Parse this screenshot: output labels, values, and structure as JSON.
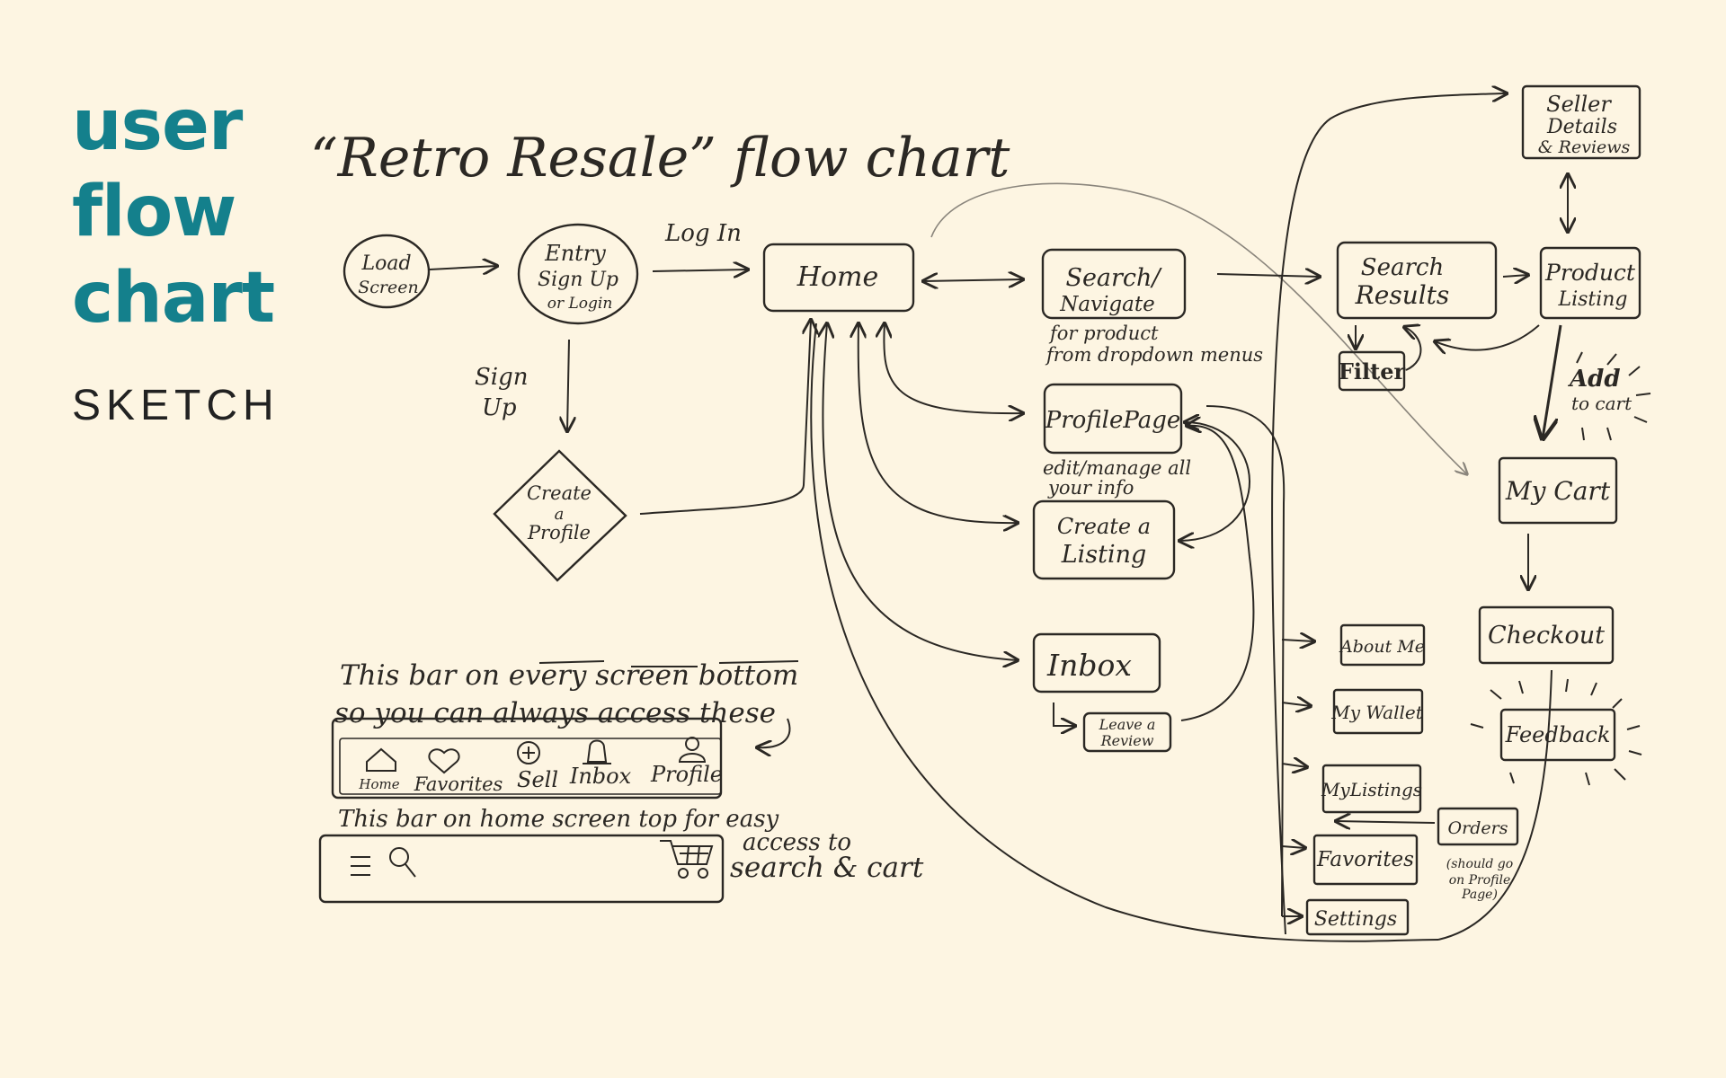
{
  "side": {
    "title_lines": [
      "user",
      "flow",
      "chart"
    ],
    "subtitle": "SKETCH"
  },
  "sketch": {
    "title": "“Retro Resale” flow chart",
    "labels": {
      "log_in": "Log In",
      "sign_up_lines": [
        "Sign",
        "Up"
      ]
    },
    "nodes": {
      "load_screen": [
        "Load",
        "Screen"
      ],
      "entry": [
        "Entry",
        "Sign Up",
        "or Login"
      ],
      "create_profile": [
        "Create",
        "a",
        "Profile"
      ],
      "home": "Home",
      "search_navigate": [
        "Search/",
        "Navigate"
      ],
      "search_note": [
        "for product",
        "from dropdown menus"
      ],
      "profile_page": "ProfilePage",
      "profile_note": [
        "edit/manage all",
        "your info"
      ],
      "create_listing": [
        "Create a",
        "Listing"
      ],
      "inbox": "Inbox",
      "leave_review": [
        "Leave a",
        "Review"
      ],
      "search_results": [
        "Search",
        "Results"
      ],
      "filter": "Filter",
      "product_listing": [
        "Product",
        "Listing"
      ],
      "seller_details": [
        "Seller",
        "Details",
        "& Reviews"
      ],
      "add_to_cart": [
        "Add",
        "to cart"
      ],
      "my_cart": "My Cart",
      "checkout": "Checkout",
      "feedback": "Feedback",
      "about_me": "About Me",
      "my_wallet": "My Wallet",
      "my_listings": "MyListings",
      "orders": "Orders",
      "orders_note": [
        "(should go",
        "on Profile",
        "Page)"
      ],
      "favorites": "Favorites",
      "settings": "Settings"
    },
    "bottom_bar": {
      "note_lines": [
        "This bar on every screen bottom",
        "so you can always access these"
      ],
      "items": [
        "Home",
        "Favorites",
        "Sell",
        "Inbox",
        "Profile"
      ]
    },
    "top_bar": {
      "note_lines": [
        "This bar on home screen top for easy",
        "access to",
        "search & cart"
      ]
    }
  }
}
